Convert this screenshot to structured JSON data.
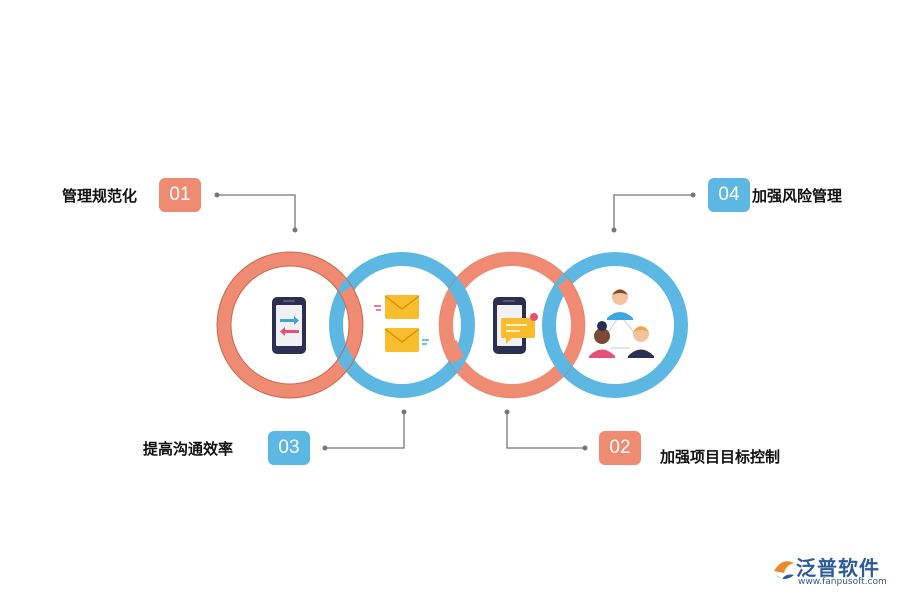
{
  "colors": {
    "coral": "#ef8a73",
    "blue": "#5cb7e3",
    "connector": "#777777",
    "logo": "#2d5b9a"
  },
  "items": [
    {
      "num": "01",
      "label": "管理规范化",
      "icon": "phone-transfer-icon"
    },
    {
      "num": "02",
      "label": "加强项目目标控制",
      "icon": "phone-message-icon"
    },
    {
      "num": "03",
      "label": "提高沟通效率",
      "icon": "mail-icon"
    },
    {
      "num": "04",
      "label": "加强风险管理",
      "icon": "team-people-icon"
    }
  ],
  "logo": {
    "name": "泛普软件",
    "url": "www.fanpusoft.com"
  }
}
